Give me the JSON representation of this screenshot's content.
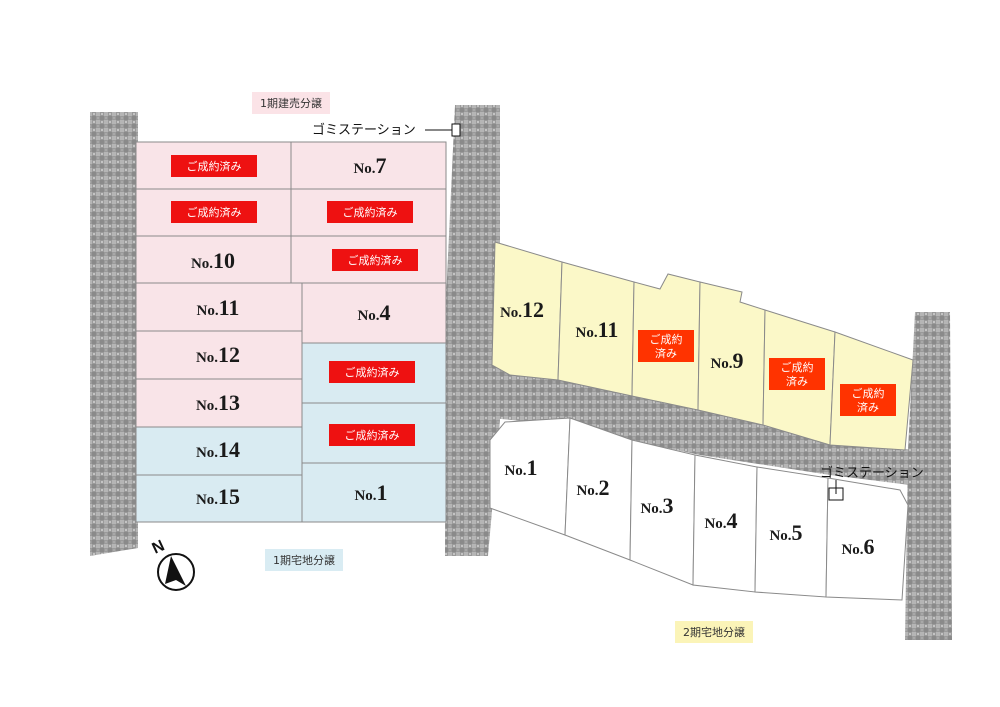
{
  "phase_labels": {
    "phase1_ready_built": "1期建売分譲",
    "phase1_land": "1期宅地分譲",
    "phase2_land": "2期宅地分譲"
  },
  "garbage_station": "ゴミステーション",
  "sold_label": "ご成約済み",
  "sold_label_two_line": [
    "ご成約",
    "済み"
  ],
  "lot_prefix": "No.",
  "colors": {
    "road": "#9a9a9a",
    "phase1_built_lot": "#f9e4e8",
    "phase1_land_lot": "#d9ebf2",
    "phase2_top_lot": "#fbf8c8",
    "phase2_bottom_lot": "#ffffff",
    "sold_badge": "#ee1111",
    "sold_badge_alt": "#ff3300",
    "phase1_built_label_bg": "#fbe3e7",
    "phase1_land_label_bg": "#d9ecf3",
    "phase2_label_bg": "#fbf4b8"
  },
  "phase1": {
    "lots": [
      {
        "id": "p1-a",
        "sold": true
      },
      {
        "id": "p1-b",
        "number": "7",
        "sold": false
      },
      {
        "id": "p1-c",
        "sold": true
      },
      {
        "id": "p1-d",
        "sold": true
      },
      {
        "id": "p1-e",
        "number": "10",
        "sold": false
      },
      {
        "id": "p1-f",
        "sold": true
      },
      {
        "id": "p1-g",
        "number": "11",
        "sold": false
      },
      {
        "id": "p1-h",
        "number": "4",
        "sold": false
      },
      {
        "id": "p1-i",
        "number": "12",
        "sold": false
      },
      {
        "id": "p1-j",
        "sold": true
      },
      {
        "id": "p1-k",
        "number": "13",
        "sold": false
      },
      {
        "id": "p1-l",
        "sold": true
      },
      {
        "id": "p1-m",
        "number": "14",
        "sold": false
      },
      {
        "id": "p1-n",
        "number": "15",
        "sold": false
      },
      {
        "id": "p1-o",
        "number": "1",
        "sold": false
      }
    ]
  },
  "phase2_top": {
    "lots": [
      {
        "id": "p2t-a",
        "number": "12",
        "sold": false
      },
      {
        "id": "p2t-b",
        "number": "11",
        "sold": false
      },
      {
        "id": "p2t-c",
        "sold": true
      },
      {
        "id": "p2t-d",
        "number": "9",
        "sold": false
      },
      {
        "id": "p2t-e",
        "sold": true
      },
      {
        "id": "p2t-f",
        "sold": true
      }
    ]
  },
  "phase2_bottom": {
    "lots": [
      {
        "id": "p2b-1",
        "number": "1"
      },
      {
        "id": "p2b-2",
        "number": "2"
      },
      {
        "id": "p2b-3",
        "number": "3"
      },
      {
        "id": "p2b-4",
        "number": "4"
      },
      {
        "id": "p2b-5",
        "number": "5"
      },
      {
        "id": "p2b-6",
        "number": "6"
      }
    ]
  },
  "compass": "N"
}
